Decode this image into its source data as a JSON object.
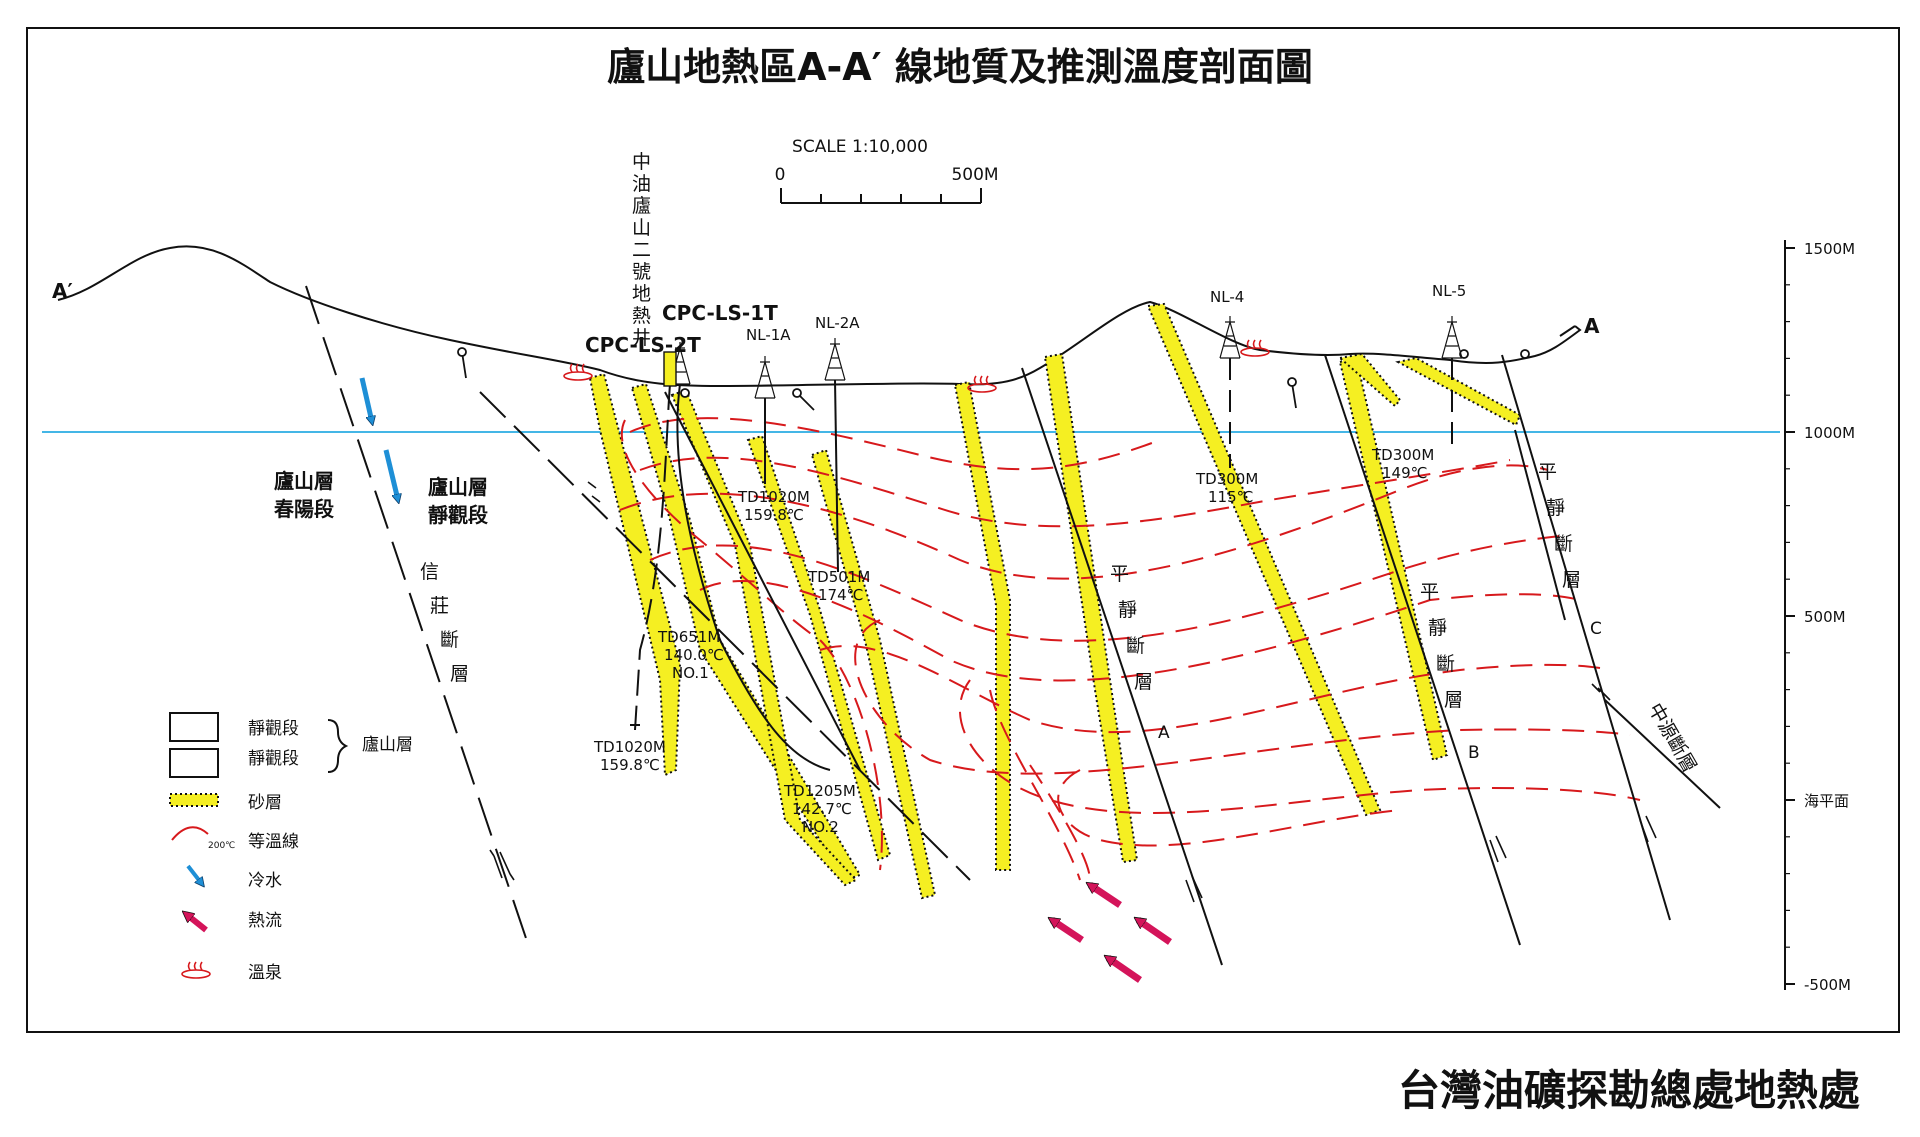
{
  "title": "廬山地熱區A-A′ 線地質及推測溫度剖面圖",
  "organization": "台灣油礦探勘總處地熱處",
  "scale": {
    "label": "SCALE 1:10,000",
    "start": "0",
    "end": "500M"
  },
  "section_ends": {
    "left": "A′",
    "right": "A"
  },
  "elevation_ticks": [
    {
      "label": "1500M",
      "value": 1500
    },
    {
      "label": "1000M",
      "value": 1000
    },
    {
      "label": "500M",
      "value": 500
    },
    {
      "label": "海平面",
      "value": 0
    },
    {
      "label": "-500M",
      "value": -500
    }
  ],
  "wells": {
    "cpc_ls_2t": "CPC-LS-2T",
    "cpc_ls_1t": "CPC-LS-1T",
    "nl_1a": "NL-1A",
    "nl_2a": "NL-2A",
    "nl_4": "NL-4",
    "nl_5": "NL-5",
    "vertical_name": "中油廬山二號地熱井"
  },
  "well_data": {
    "a": {
      "depth": "TD1020M",
      "temp": "159.8℃"
    },
    "b": {
      "depth": "TD501M",
      "temp": "174℃"
    },
    "c": {
      "depth": "TD651M",
      "temp": "140.0℃",
      "no": "NO.1"
    },
    "d": {
      "depth": "TD1020M",
      "temp": "159.8℃"
    },
    "e": {
      "depth": "TD1205M",
      "temp": "142.7℃",
      "no": "NO.2"
    },
    "f": {
      "depth": "TD300M",
      "temp": "115℃"
    },
    "g": {
      "depth": "TD300M",
      "temp": "149℃"
    }
  },
  "formations": {
    "lushan_chunyang_1": "廬山層",
    "lushan_chunyang_2": "春陽段",
    "lushan_jingguan_1": "廬山層",
    "lushan_jingguan_2": "靜觀段"
  },
  "faults": {
    "xinzhuang": "信莊斷層",
    "pingjing": "平靜斷層",
    "zhongyuan": "中源斷層",
    "letter_a": "A",
    "letter_b": "B",
    "letter_c": "C"
  },
  "legend": {
    "item1": "靜觀段",
    "item2": "靜觀段",
    "group": "廬山層",
    "sand": "砂層",
    "isotherm": "等溫線",
    "isotherm_sample": "200℃",
    "cold_water": "冷水",
    "heat_flow": "熱流",
    "hot_spring": "溫泉"
  },
  "colors": {
    "sand_fill": "#f5ef22",
    "isotherm": "#d7191c",
    "cold_water": "#1e8fd6",
    "heat_flow": "#d4145a",
    "sea_level": "#29abe2",
    "hot_spring": "#d7191c"
  }
}
